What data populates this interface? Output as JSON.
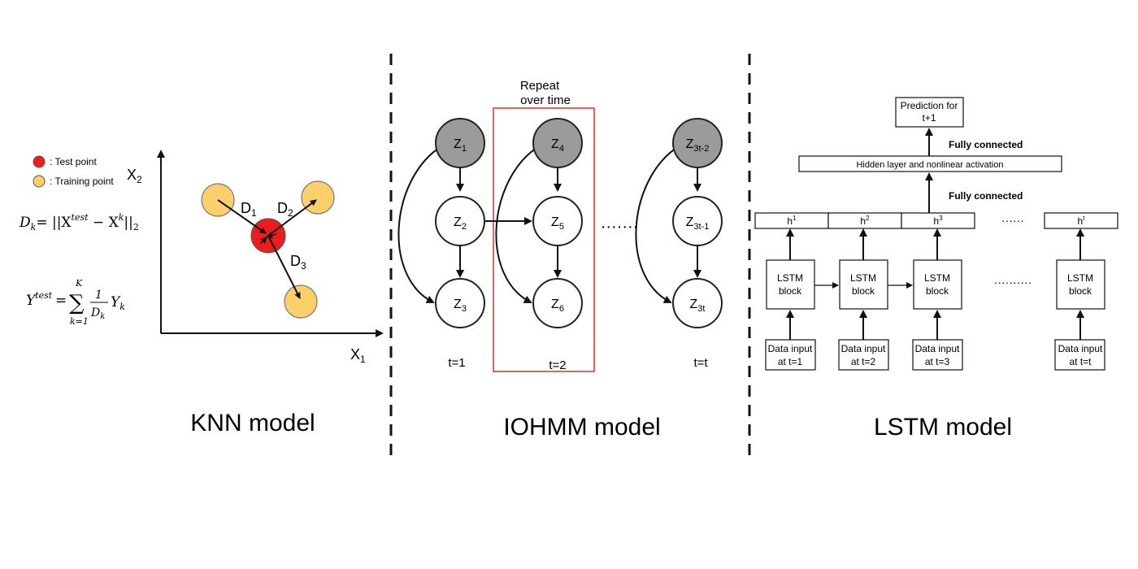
{
  "panels": {
    "knn": {
      "title": "KNN model",
      "legend_test": ": Test point",
      "legend_train": ": Training point",
      "axis_x": "X",
      "axis_x_sub": "1",
      "axis_y": "X",
      "axis_y_sub": "2",
      "dist_labels": [
        {
          "t": "D",
          "s": "1"
        },
        {
          "t": "D",
          "s": "2"
        },
        {
          "t": "D",
          "s": "3"
        }
      ],
      "eq1": {
        "lhs": "D",
        "lhs_sub": "k",
        "body": "= ||X",
        "sup1": "test",
        "mid": " − X",
        "sup2": "k",
        "tail": "||",
        "tail_sub": "2"
      },
      "eq2": {
        "lhs": "Y",
        "lhs_sup": "test",
        "eq": "=",
        "sum": "∑",
        "sum_top": "K",
        "sum_bot": "k=1",
        "frac_num": "1",
        "frac_den": "D",
        "frac_den_sub": "k",
        "tail": "Y",
        "tail_sub": "k"
      },
      "colors": {
        "test": "#ee1c1c",
        "train": "#fbd06b"
      }
    },
    "iohmm": {
      "title": "IOHMM model",
      "repeat_label_1": "Repeat",
      "repeat_label_2": "over time",
      "dots": "·······",
      "nodes": [
        {
          "t": "Z",
          "s": "1"
        },
        {
          "t": "Z",
          "s": "2"
        },
        {
          "t": "Z",
          "s": "3"
        },
        {
          "t": "Z",
          "s": "4"
        },
        {
          "t": "Z",
          "s": "5"
        },
        {
          "t": "Z",
          "s": "6"
        },
        {
          "t": "Z",
          "s": "3t-2"
        },
        {
          "t": "Z",
          "s": "3t-1"
        },
        {
          "t": "Z",
          "s": "3t"
        }
      ],
      "time_labels": [
        "t=1",
        "t=2",
        "t=t"
      ],
      "colors": {
        "hidden": "#9b9b9b",
        "box": "#e62b2b"
      }
    },
    "lstm": {
      "title": "LSTM model",
      "prediction_1": "Prediction for",
      "prediction_2": "t+1",
      "fc_top": "Fully connected",
      "fc_bottom": "Fully connected",
      "hidden_layer": "Hidden layer and nonlinear activation",
      "h_cells": [
        {
          "t": "h",
          "s": "1"
        },
        {
          "t": "h",
          "s": "2"
        },
        {
          "t": "h",
          "s": "3"
        },
        {
          "t": "h",
          "s": "t"
        }
      ],
      "h_dots": "······",
      "block_dots": "··········",
      "block_1": "LSTM",
      "block_2": "block",
      "inputs": [
        {
          "a": "Data input",
          "b": "at t=1"
        },
        {
          "a": "Data input",
          "b": "at t=2"
        },
        {
          "a": "Data input",
          "b": "at t=3"
        },
        {
          "a": "Data input",
          "b": "at t=t"
        }
      ]
    }
  }
}
